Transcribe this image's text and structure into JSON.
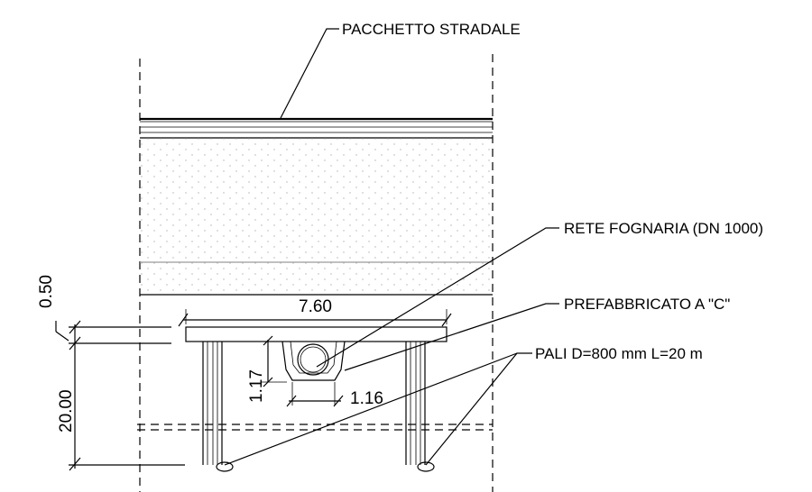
{
  "labels": {
    "road_package": "PACCHETTO STRADALE",
    "sewer_network": "RETE FOGNARIA (DN 1000)",
    "precast_c": "PREFABBRICATO A \"C\"",
    "piles": "PALI D=800 mm  L=20 m"
  },
  "dimensions": {
    "slab_width": "7.60",
    "slab_thickness": "0.50",
    "pile_length": "20.00",
    "culvert_height": "1.17",
    "culvert_width": "1.16"
  },
  "colors": {
    "ink": "#000000",
    "fill_dots": "#b0b0b0",
    "gray_line": "#9a9a9a"
  }
}
